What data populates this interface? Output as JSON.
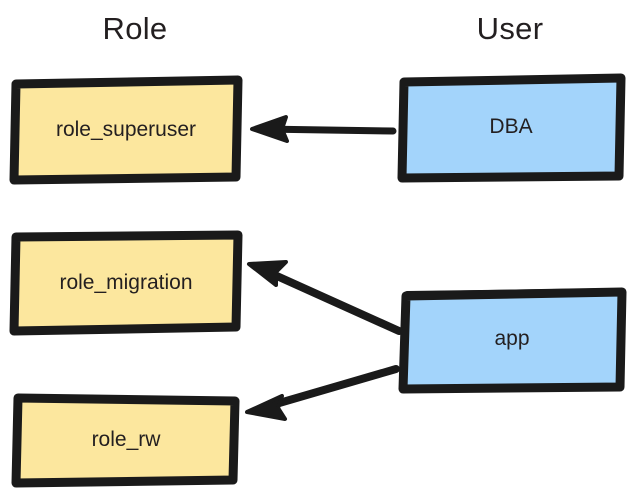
{
  "diagram": {
    "title_role": "Role",
    "title_user": "User",
    "columns": [
      {
        "name": "role-column",
        "label": "Role"
      },
      {
        "name": "user-column",
        "label": "User"
      }
    ],
    "nodes": [
      {
        "id": "role_superuser",
        "label": "role_superuser",
        "kind": "role",
        "fill": "#FCE79E",
        "stroke": "#1a1a1a"
      },
      {
        "id": "role_migration",
        "label": "role_migration",
        "kind": "role",
        "fill": "#FCE79E",
        "stroke": "#1a1a1a"
      },
      {
        "id": "role_rw",
        "label": "role_rw",
        "kind": "role",
        "fill": "#FCE79E",
        "stroke": "#1a1a1a"
      },
      {
        "id": "DBA",
        "label": "DBA",
        "kind": "user",
        "fill": "#A3D4FB",
        "stroke": "#1a1a1a"
      },
      {
        "id": "app",
        "label": "app",
        "kind": "user",
        "fill": "#A3D4FB",
        "stroke": "#1a1a1a"
      }
    ],
    "edges": [
      {
        "id": "dba-to-role-superuser",
        "from": "DBA",
        "to": "role_superuser",
        "direction": "left"
      },
      {
        "id": "app-to-role-migration",
        "from": "app",
        "to": "role_migration",
        "direction": "up-left"
      },
      {
        "id": "app-to-role-rw",
        "from": "app",
        "to": "role_rw",
        "direction": "down-left"
      }
    ],
    "colors": {
      "role_fill": "#FCE79E",
      "user_fill": "#A3D4FB",
      "stroke": "#1a1a1a",
      "text": "#231f20",
      "background": "#ffffff"
    }
  }
}
